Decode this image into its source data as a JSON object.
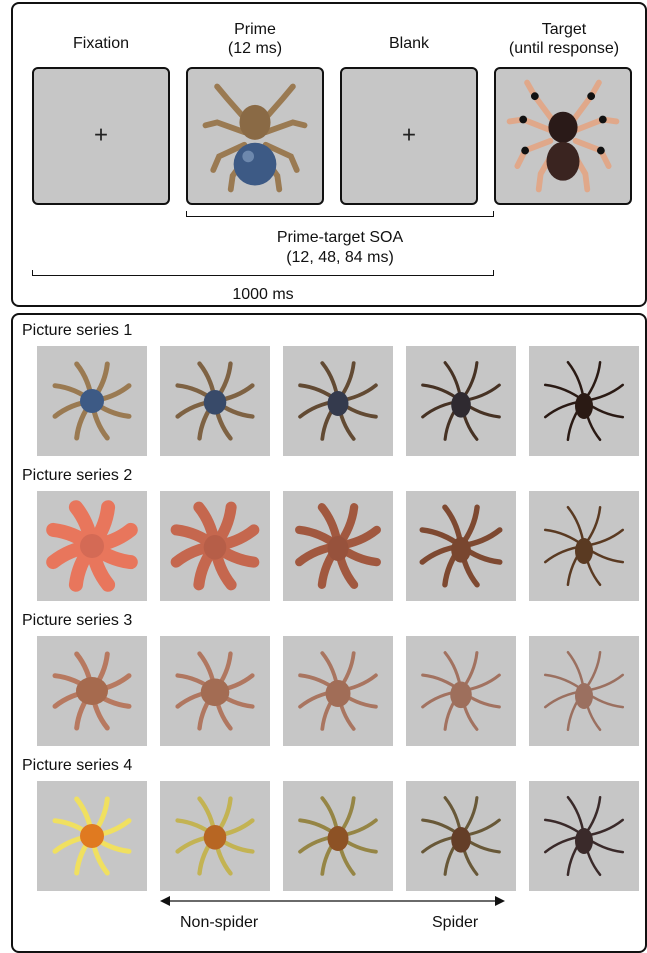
{
  "trial": {
    "frames": [
      {
        "label": "Fixation",
        "content": "+"
      },
      {
        "label": "Prime\n(12 ms)",
        "content": "spider-prime"
      },
      {
        "label": "Blank",
        "content": "+"
      },
      {
        "label": "Target\n(until response)",
        "content": "spider-target"
      }
    ],
    "soa_label": "Prime-target SOA",
    "soa_values": "(12, 48, 84 ms)",
    "total_label": "1000 ms"
  },
  "series": [
    {
      "label": "Picture series 1",
      "morph": "blue-body-spider",
      "palette": {
        "leg": "#9a7a52",
        "body": "#3d5a85",
        "end": "#2a1a14"
      }
    },
    {
      "label": "Picture series 2",
      "morph": "starfish",
      "palette": {
        "leg": "#e8765c",
        "body": "#d46a55",
        "end": "#5a3a22"
      }
    },
    {
      "label": "Picture series 3",
      "morph": "crab",
      "palette": {
        "leg": "#b77960",
        "body": "#a66a4e",
        "end": "#9b7060"
      }
    },
    {
      "label": "Picture series 4",
      "morph": "flower",
      "palette": {
        "leg": "#f0e060",
        "body": "#e07a20",
        "end": "#3a2a2a"
      }
    }
  ],
  "axis": {
    "left": "Non-spider",
    "right": "Spider"
  }
}
